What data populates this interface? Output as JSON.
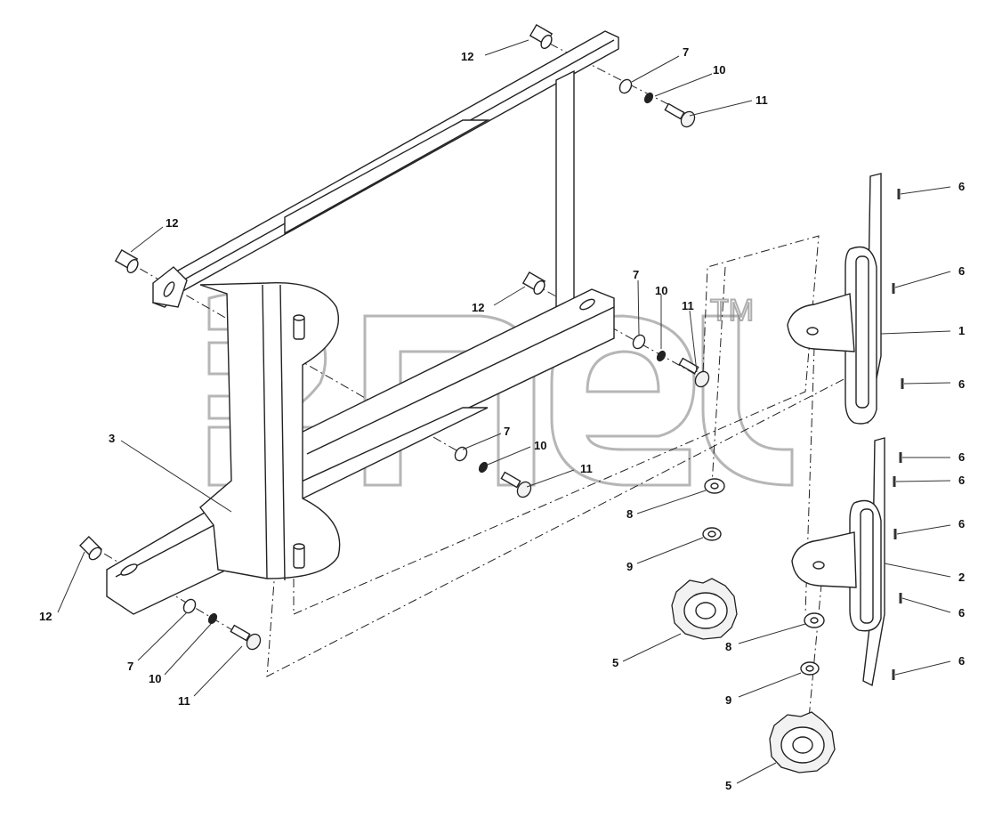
{
  "watermark": {
    "mark": "TM"
  },
  "callouts": [
    {
      "label": "12"
    },
    {
      "label": "7"
    },
    {
      "label": "10"
    },
    {
      "label": "11"
    },
    {
      "label": "12"
    },
    {
      "label": "12"
    },
    {
      "label": "7"
    },
    {
      "label": "10"
    },
    {
      "label": "11"
    },
    {
      "label": "3"
    },
    {
      "label": "7"
    },
    {
      "label": "10"
    },
    {
      "label": "11"
    },
    {
      "label": "12"
    },
    {
      "label": "7"
    },
    {
      "label": "10"
    },
    {
      "label": "11"
    },
    {
      "label": "6"
    },
    {
      "label": "6"
    },
    {
      "label": "1"
    },
    {
      "label": "6"
    },
    {
      "label": "6"
    },
    {
      "label": "6"
    },
    {
      "label": "6"
    },
    {
      "label": "2"
    },
    {
      "label": "6"
    },
    {
      "label": "6"
    },
    {
      "label": "8"
    },
    {
      "label": "9"
    },
    {
      "label": "5"
    },
    {
      "label": "8"
    },
    {
      "label": "9"
    },
    {
      "label": "5"
    }
  ]
}
